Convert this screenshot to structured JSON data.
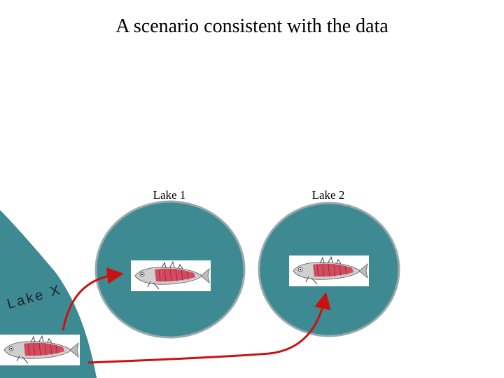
{
  "title": "A scenario consistent with the data",
  "lakes": {
    "lake1": "Lake 1",
    "lake2": "Lake 2",
    "lakeX": "Lake X"
  },
  "colors": {
    "lake_fill": "#3d8a93",
    "lake_stroke": "#9aa9ac",
    "arrow": "#cc1111",
    "fish_body": "#c8c8c8",
    "fish_muscle": "#d4344a"
  },
  "icons": [
    "stickleback-fish-icon",
    "migration-arrow"
  ]
}
